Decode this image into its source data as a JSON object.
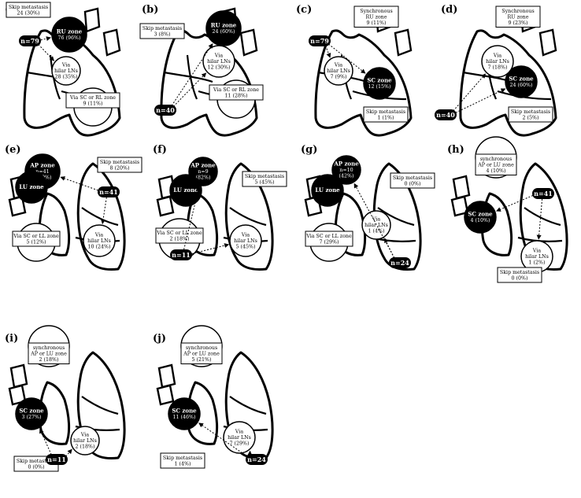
{
  "panels": [
    {
      "id": "a",
      "label": "(a)",
      "side": "right",
      "total": "n=79",
      "labels": {
        "skip": [
          "Skip metastasis",
          "24 (30%)"
        ],
        "zone": [
          "RU zone",
          "76 (96%)"
        ],
        "hilar": [
          "Via",
          "hilar LNs",
          "28 (35%)"
        ],
        "other": [
          "Via SC or RL zone",
          "9 (11%)"
        ]
      }
    },
    {
      "id": "b",
      "label": "(b)",
      "side": "right",
      "total": "n=40",
      "labels": {
        "skip": [
          "Skip metastasis",
          "3 (8%)"
        ],
        "zone": [
          "RU zone",
          "24 (60%)"
        ],
        "hilar": [
          "Via",
          "hilar LNs",
          "12 (30%)"
        ],
        "other": [
          "Via SC or RL zone",
          "11 (28%)"
        ]
      }
    },
    {
      "id": "c",
      "label": "(c)",
      "side": "right",
      "total": "n=79",
      "labels": {
        "sync": [
          "Synchronous",
          "RU zone",
          "9 (11%)"
        ],
        "zone": [
          "SC zone",
          "12 (15%)"
        ],
        "hilar": [
          "Via",
          "hilar LNs",
          "7 (9%)"
        ],
        "skip": [
          "Skip metastasis",
          "1 (1%)"
        ]
      }
    },
    {
      "id": "d",
      "label": "(d)",
      "side": "right",
      "total": "n=40",
      "labels": {
        "sync": [
          "Synchronous",
          "RU zone",
          "9 (23%)"
        ],
        "zone": [
          "SC zone",
          "24 (60%)"
        ],
        "hilar": [
          "Via",
          "hilar LNs",
          "7 (18%)"
        ],
        "skip": [
          "Skip metastasis",
          "2 (5%)"
        ]
      }
    },
    {
      "id": "e",
      "label": "(e)",
      "side": "left",
      "total": "n=41",
      "labels": {
        "ap": [
          "AP zone",
          "n=41",
          "(100%)"
        ],
        "lu": [
          "LU zone"
        ],
        "skip": [
          "Skip metastasis",
          "8 (20%)"
        ],
        "other": [
          "Via SC or LL zone",
          "5 (12%)"
        ],
        "hilar": [
          "Via",
          "hilar LNs",
          "10 (24%)"
        ]
      }
    },
    {
      "id": "f",
      "label": "(f)",
      "side": "left",
      "total": "n=11",
      "labels": {
        "ap": [
          "AP zone",
          "n=9",
          "(82%)"
        ],
        "lu": [
          "LU zone"
        ],
        "skip": [
          "Skip metastasis",
          "5 (45%)"
        ],
        "other": [
          "Via SC or LL zone",
          "2 (18%)"
        ],
        "hilar": [
          "Via",
          "hilar LNs",
          "5 (45%)"
        ]
      }
    },
    {
      "id": "g",
      "label": "(g)",
      "side": "left",
      "total": "n=24",
      "labels": {
        "ap": [
          "AP zone",
          "n=10",
          "(42%)"
        ],
        "lu": [
          "LU zone"
        ],
        "skip": [
          "Skip metastasis",
          "0 (0%)"
        ],
        "other": [
          "Via SC or LL zone",
          "7 (29%)"
        ],
        "hilar": [
          "Via",
          "hilar LNs",
          "1 (4%)"
        ]
      }
    },
    {
      "id": "h",
      "label": "(h)",
      "side": "left",
      "total": "n=41",
      "labels": {
        "sync": [
          "synchronous",
          "AP or LU zone",
          "4 (10%)"
        ],
        "zone": [
          "SC zone",
          "4 (10%)"
        ],
        "hilar": [
          "Via",
          "hilar LNs",
          "1 (2%)"
        ],
        "skip": [
          "Skip metastasis",
          "0 (0%)"
        ]
      }
    },
    {
      "id": "i",
      "label": "(i)",
      "side": "left",
      "total": "n=11",
      "labels": {
        "sync": [
          "synchronous",
          "AP or LU zone",
          "2 (18%)"
        ],
        "zone": [
          "SC zone",
          "3 (27%)"
        ],
        "hilar": [
          "Via",
          "hilar LNs",
          "2 (18%)"
        ],
        "skip": [
          "Skip metastasis",
          "0 (0%)"
        ]
      }
    },
    {
      "id": "j",
      "label": "(j)",
      "side": "left",
      "total": "n=24",
      "labels": {
        "sync": [
          "synchronous",
          "AP or LU zone",
          "5 (21%)"
        ],
        "zone": [
          "SC zone",
          "11 (46%)"
        ],
        "hilar": [
          "Via",
          "hilar LNs",
          "7 (29%)"
        ],
        "skip": [
          "Skip metastasis",
          "1 (4%)"
        ]
      }
    }
  ]
}
